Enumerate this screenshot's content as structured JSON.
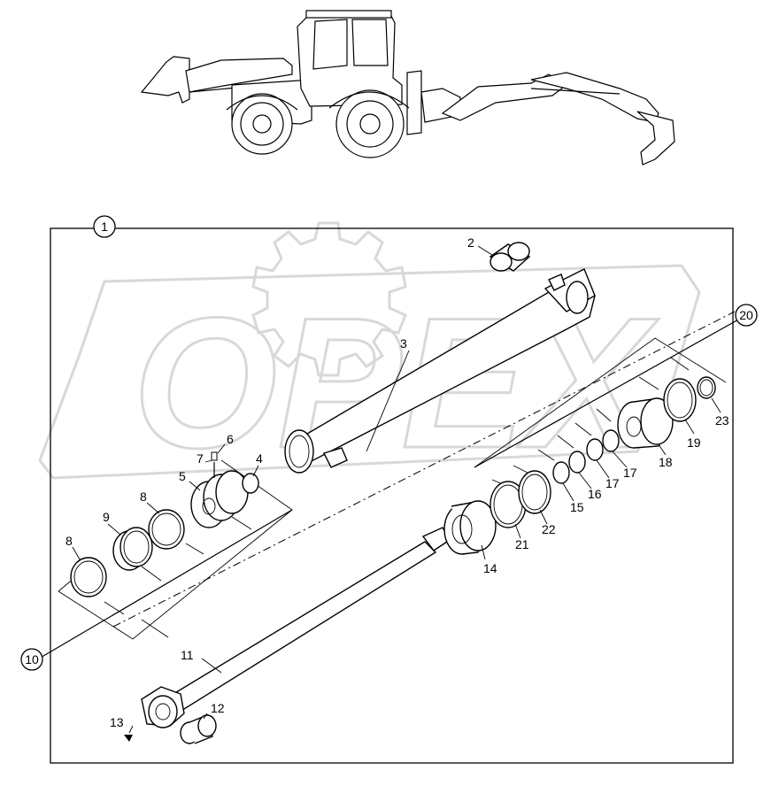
{
  "watermark": {
    "text": "OPEX",
    "color": "#d8d8d8"
  },
  "callouts": {
    "assembly": "1",
    "group_piston": "10",
    "group_head": "20"
  },
  "labels": {
    "p2": "2",
    "p3": "3",
    "p4": "4",
    "p5": "5",
    "p6": "6",
    "p7": "7",
    "p8a": "8",
    "p8b": "8",
    "p9": "9",
    "p11": "11",
    "p12": "12",
    "p13": "13",
    "p14": "14",
    "p15": "15",
    "p16": "16",
    "p17a": "17",
    "p17b": "17",
    "p18": "18",
    "p19": "19",
    "p21": "21",
    "p22": "22",
    "p23": "23"
  },
  "icons": {
    "machine": "backhoe-loader-icon"
  }
}
